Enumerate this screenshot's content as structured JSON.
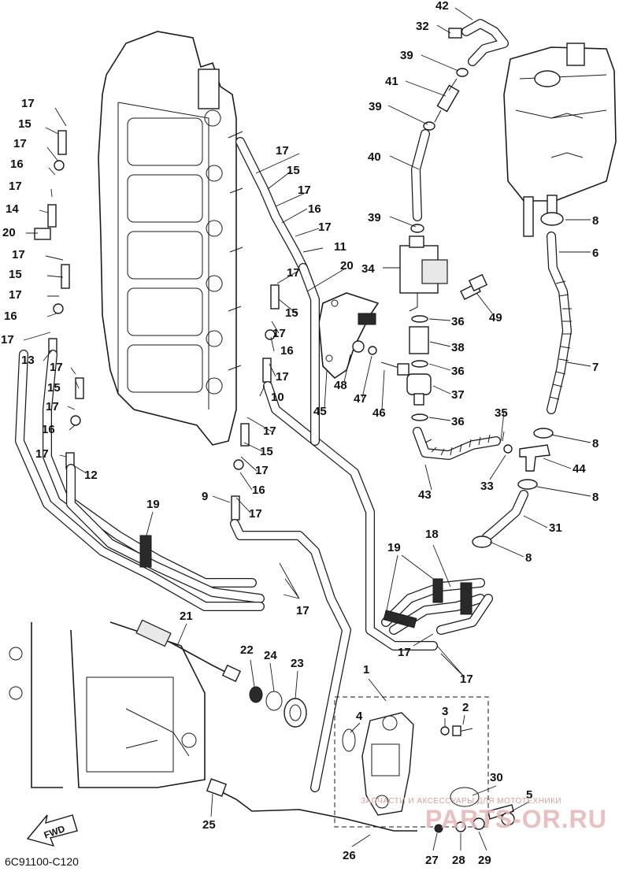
{
  "diagram": {
    "code": "6C91100-C120",
    "fwd_label": "FWD",
    "part_labels": [
      "42",
      "32",
      "39",
      "41",
      "39",
      "40",
      "39",
      "34",
      "20",
      "49",
      "36",
      "38",
      "36",
      "37",
      "36",
      "48",
      "47",
      "46",
      "45",
      "35",
      "33",
      "43",
      "8",
      "6",
      "7",
      "8",
      "44",
      "8",
      "31",
      "8",
      "17",
      "15",
      "17",
      "16",
      "17",
      "14",
      "20",
      "17",
      "15",
      "17",
      "16",
      "17",
      "13",
      "17",
      "15",
      "17",
      "16",
      "17",
      "12",
      "17",
      "15",
      "17",
      "16",
      "17",
      "11",
      "17",
      "15",
      "17",
      "16",
      "17",
      "10",
      "17",
      "15",
      "17",
      "16",
      "17",
      "9",
      "19",
      "18",
      "19",
      "17",
      "17",
      "17",
      "21",
      "22",
      "24",
      "23",
      "1",
      "4",
      "3",
      "2",
      "30",
      "5",
      "25",
      "26",
      "27",
      "28",
      "29"
    ]
  },
  "watermark": {
    "small": "ЗАПЧАСТИ И АКСЕССУАРЫ ДЛЯ МОТОТЕХНИКИ",
    "big": "PARTS-OR.RU"
  }
}
